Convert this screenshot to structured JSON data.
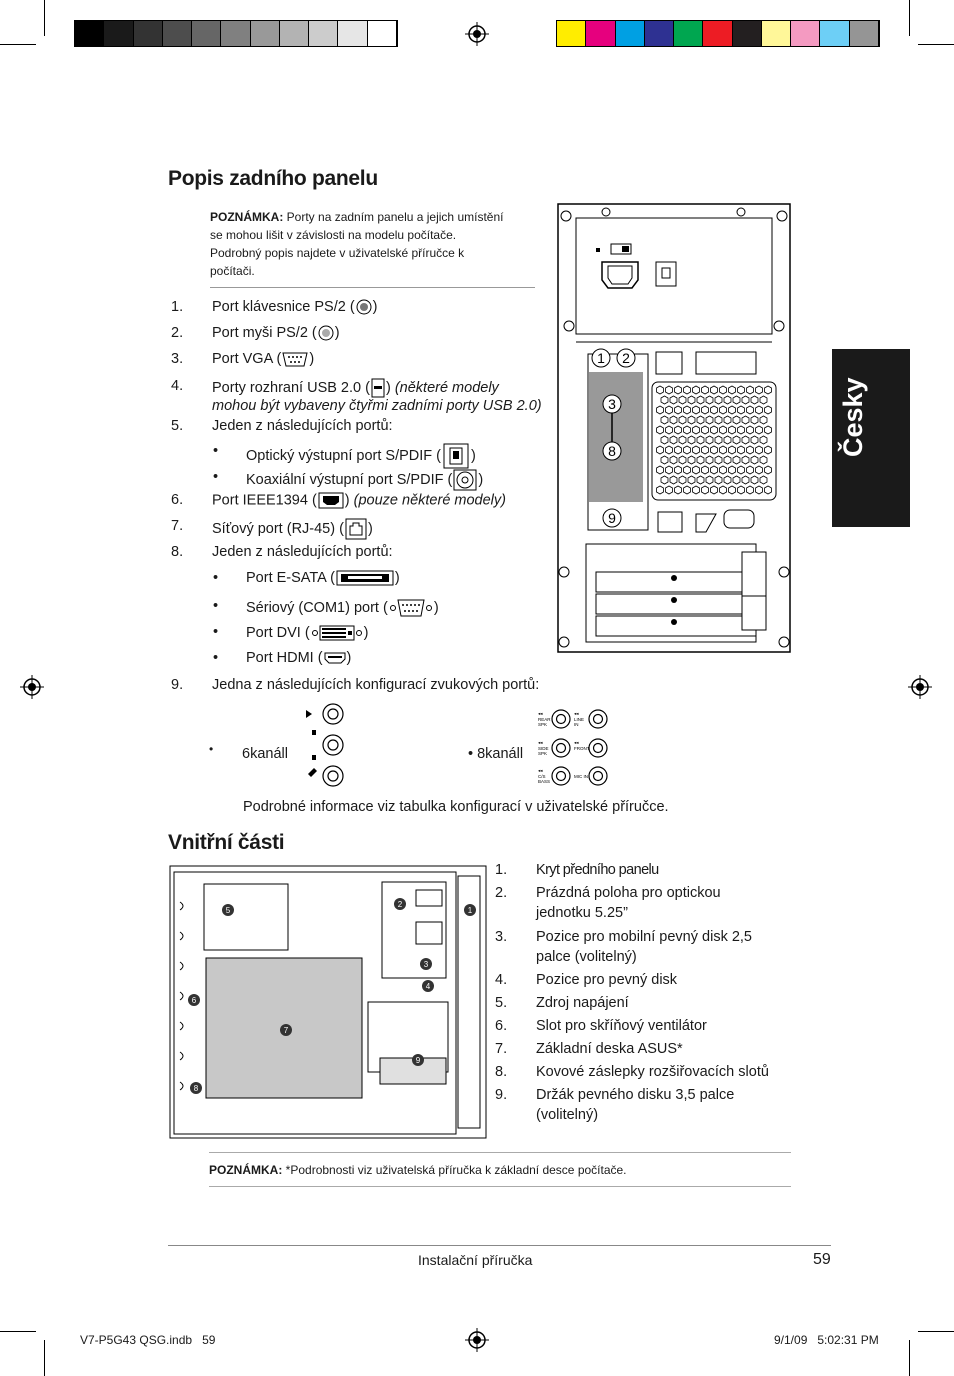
{
  "colors": {
    "gray_scale": [
      "#000000",
      "#1a1a1a",
      "#333333",
      "#4d4d4d",
      "#666666",
      "#808080",
      "#999999",
      "#b3b3b3",
      "#cccccc",
      "#e6e6e6",
      "#ffffff"
    ],
    "color_bar": [
      "#ffed00",
      "#e6007e",
      "#00a0e3",
      "#2e3192",
      "#00a650",
      "#ed1c24",
      "#231f20",
      "#fff799",
      "#f49ac1",
      "#6dcff6",
      "#959595"
    ],
    "tab_bg": "#1a1a1a"
  },
  "section1": {
    "title": "Popis zadního panelu",
    "note_label": "POZNÁMKA:",
    "note_lines": [
      "Porty na zadním panelu a jejich umístění",
      "se mohou lišit v závislosti na modelu počítače.",
      "Podrobný popis najdete v uživatelské příručce k",
      "počítači."
    ],
    "items": [
      {
        "n": "1.",
        "pre": "Port klávesnice PS/2 (",
        "post": ")",
        "icon": "ps2-keyboard-icon"
      },
      {
        "n": "2.",
        "pre": "Port myši PS/2 (",
        "post": ")",
        "icon": "ps2-mouse-icon"
      },
      {
        "n": "3.",
        "pre": "Port VGA (",
        "post": ")",
        "icon": "vga-port-icon"
      },
      {
        "n": "4.",
        "pre": "Porty rozhraní USB 2.0 (",
        "post": ")",
        "icon": "usb-icon",
        "ital": "(některé modely",
        "ital2": "mohou být vybaveny čtyřmi zadními porty USB 2.0)"
      },
      {
        "n": "5.",
        "pre": "Jeden z následujících portů:"
      },
      {
        "n": "6.",
        "pre": "Port IEEE1394 (",
        "post": ")",
        "icon": "ieee1394-icon",
        "ital": "(pouze některé modely)"
      },
      {
        "n": "7.",
        "pre": "Síťový port (RJ-45) (",
        "post": ")",
        "icon": "rj45-icon"
      },
      {
        "n": "8.",
        "pre": "Jeden z následujících portů:"
      },
      {
        "n": "9.",
        "pre": "Jedna z následujících konfigurací zvukových portů:"
      }
    ],
    "sub5": [
      {
        "pre": "Optický výstupní port S/PDIF (",
        "post": ")",
        "icon": "optical-spdif-icon"
      },
      {
        "pre": "Koaxiální výstupní port S/PDIF (",
        "post": ")",
        "icon": "coaxial-spdif-icon"
      }
    ],
    "sub8": [
      {
        "pre": "Port E-SATA (",
        "post": ")",
        "icon": "esata-icon"
      },
      {
        "pre": "Sériový (COM1) port (",
        "post": ")",
        "icon": "serial-port-icon"
      },
      {
        "pre": "Port DVI (",
        "post": ")",
        "icon": "dvi-port-icon"
      },
      {
        "pre": "Port HDMI (",
        "post": ")",
        "icon": "hdmi-port-icon"
      }
    ],
    "audio6": "6kanáll",
    "audio8": "• 8kanáll",
    "audio_labels_8": [
      "REAR SPK",
      "LINE IN",
      "SIDE SPK",
      "FRONT",
      "C/S BASS",
      "MIC IN"
    ],
    "audio_note": "Podrobné informace viz tabulka konfigurací v uživatelské příručce.",
    "panel_callouts": [
      "1",
      "2",
      "3",
      "8",
      "9"
    ]
  },
  "section2": {
    "title": "Vnitřní části",
    "items": [
      {
        "n": "1.",
        "t": [
          "Kryt předního panelu"
        ]
      },
      {
        "n": "2.",
        "t": [
          "Prázdná poloha pro optickou",
          "jednotku 5.25”"
        ]
      },
      {
        "n": "3.",
        "t": [
          "Pozice pro mobilní pevný disk 2,5",
          "palce (volitelný)"
        ]
      },
      {
        "n": "4.",
        "t": [
          "Pozice pro pevný disk"
        ]
      },
      {
        "n": "5.",
        "t": [
          "Zdroj napájení"
        ]
      },
      {
        "n": "6.",
        "t": [
          "Slot pro skříňový ventilátor"
        ]
      },
      {
        "n": "7.",
        "t": [
          "Základní deska ASUS*"
        ]
      },
      {
        "n": "8.",
        "t": [
          "Kovové záslepky rozšiřovacích slotů"
        ]
      },
      {
        "n": "9.",
        "t": [
          "Držák pevného disku 3,5 palce",
          "(volitelný)"
        ]
      }
    ],
    "callouts": [
      "1",
      "2",
      "3",
      "4",
      "5",
      "6",
      "7",
      "8",
      "9"
    ],
    "note_label": "POZNÁMKA:",
    "note_text": "*Podrobnosti viz uživatelská příručka k základní desce počítače."
  },
  "tab_label": "Česky",
  "footer": {
    "guide": "Instalační příručka",
    "page": "59"
  },
  "slug": {
    "file": "V7-P5G43 QSG.indb   59",
    "date": "9/1/09   5:02:31 PM"
  }
}
